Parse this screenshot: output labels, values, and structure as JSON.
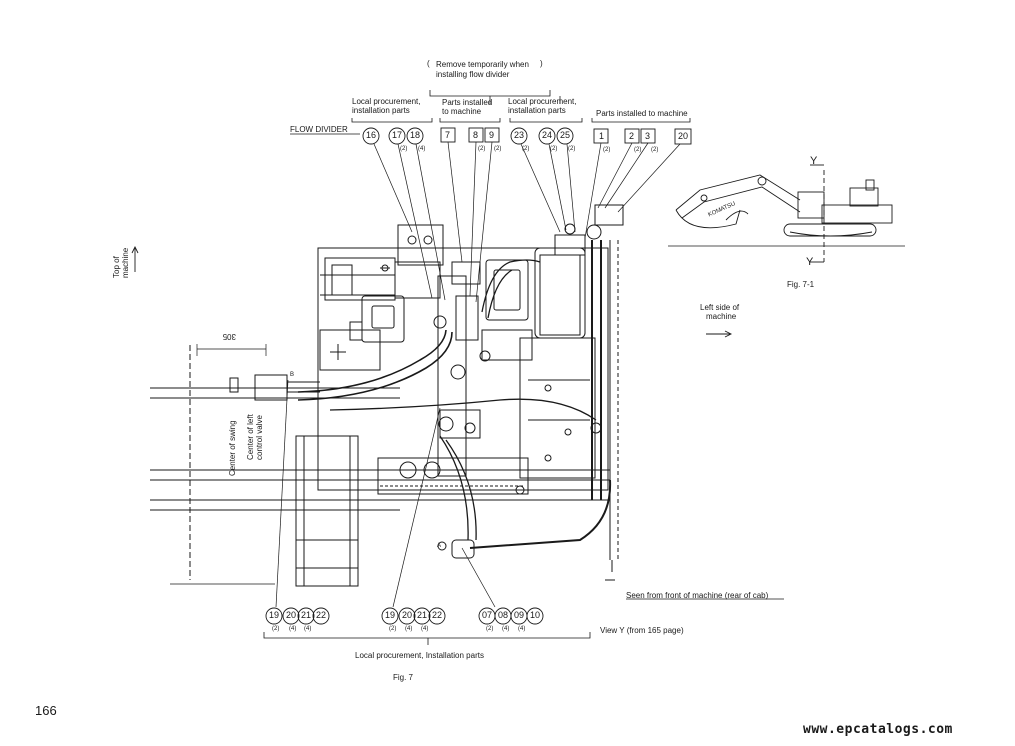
{
  "header": {
    "remove_note_line1": "Remove temporarily when",
    "remove_note_line2": "installing flow divider",
    "local_proc_1_line1": "Local procurement,",
    "local_proc_1_line2": "installation parts",
    "parts_installed_1_line1": "Parts installed",
    "parts_installed_1_line2": "to machine",
    "local_proc_2_line1": "Local procurement,",
    "local_proc_2_line2": "installation parts",
    "parts_installed_2": "Parts installed to machine",
    "flow_divider": "FLOW DIVIDER"
  },
  "top_callouts": [
    {
      "num": "16",
      "shape": "circle",
      "qty": ""
    },
    {
      "num": "17",
      "shape": "circle",
      "qty": "(2)"
    },
    {
      "num": "18",
      "shape": "circle",
      "qty": "(4)"
    },
    {
      "num": "7",
      "shape": "square",
      "qty": ""
    },
    {
      "num": "8",
      "shape": "square",
      "qty": "(2)"
    },
    {
      "num": "9",
      "shape": "square",
      "qty": "(2)"
    },
    {
      "num": "23",
      "shape": "circle",
      "qty": "(2)"
    },
    {
      "num": "24",
      "shape": "circle",
      "qty": "(2)"
    },
    {
      "num": "25",
      "shape": "circle",
      "qty": "(2)"
    },
    {
      "num": "1",
      "shape": "square",
      "qty": "(2)"
    },
    {
      "num": "2",
      "shape": "square",
      "qty": "(2)"
    },
    {
      "num": "3",
      "shape": "square",
      "qty": "(2)"
    },
    {
      "num": "20",
      "shape": "square",
      "qty": ""
    }
  ],
  "bottom_callouts_left": [
    {
      "num": "19",
      "qty": "(2)"
    },
    {
      "num": "20",
      "qty": "(4)"
    },
    {
      "num": "21",
      "qty": "(4)"
    },
    {
      "num": "22",
      "qty": ""
    }
  ],
  "bottom_callouts_mid": [
    {
      "num": "19",
      "qty": "(2)"
    },
    {
      "num": "20",
      "qty": "(4)"
    },
    {
      "num": "21",
      "qty": "(4)"
    },
    {
      "num": "22",
      "qty": ""
    }
  ],
  "bottom_callouts_right": [
    {
      "num": "07",
      "qty": "(2)"
    },
    {
      "num": "08",
      "qty": "(4)"
    },
    {
      "num": "09",
      "qty": "(4)"
    },
    {
      "num": "10",
      "qty": ""
    }
  ],
  "labels": {
    "top_of_machine_line1": "Top of",
    "top_of_machine_line2": "machine",
    "dimension": "305",
    "center_of_swing": "Center of swing",
    "center_left_valve_line1": "Center of left",
    "center_left_valve_line2": "control valve",
    "marker_a": "A",
    "marker_b": "B",
    "left_side_line1": "Left side of",
    "left_side_line2": "machine",
    "seen_from_front": "Seen from front of machine (rear of cab)",
    "view_y": "View Y (from 165 page)",
    "local_proc_bottom": "Local procurement, Installation parts",
    "fig7": "Fig. 7",
    "fig71": "Fig. 7-1",
    "y_top": "Y",
    "y_bottom": "Y",
    "komatsu": "KOMATSU",
    "page_number": "166",
    "watermark": "www.epcatalogs.com"
  },
  "colors": {
    "ink": "#1a1a1a",
    "paper": "#ffffff"
  }
}
